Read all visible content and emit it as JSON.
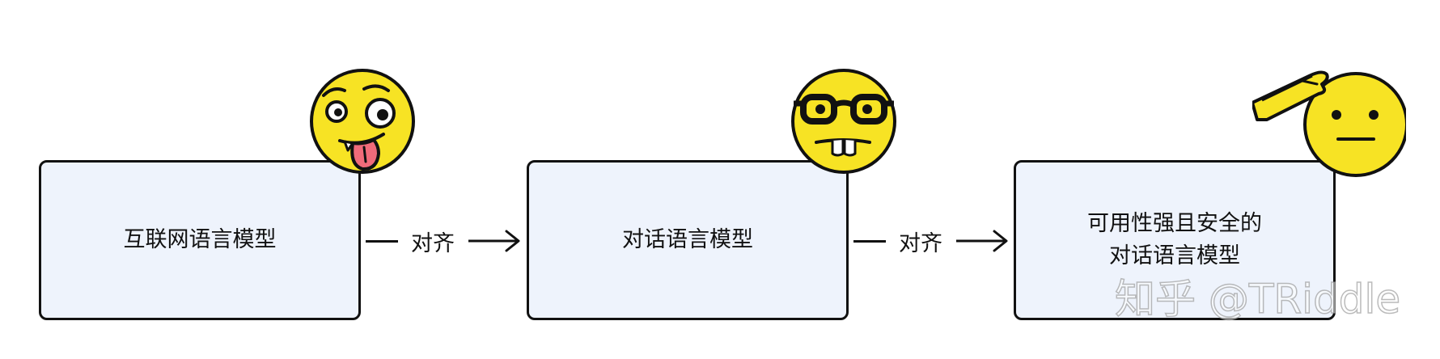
{
  "boxes": [
    {
      "lines": [
        "互联网语言模型"
      ]
    },
    {
      "lines": [
        "对话语言模型"
      ]
    },
    {
      "lines": [
        "可用性强且安全的",
        "对话语言模型"
      ]
    }
  ],
  "connectors": [
    {
      "label": "对齐"
    },
    {
      "label": "对齐"
    }
  ],
  "emojis": [
    {
      "icon": "zany-face-icon"
    },
    {
      "icon": "nerd-face-icon"
    },
    {
      "icon": "saluting-face-icon"
    }
  ],
  "watermark": "知乎 @TRiddle",
  "colors": {
    "box_fill": "#eef3fc",
    "outline": "#111111",
    "emoji_yellow": "#f7e324",
    "tongue": "#f06b7a"
  }
}
